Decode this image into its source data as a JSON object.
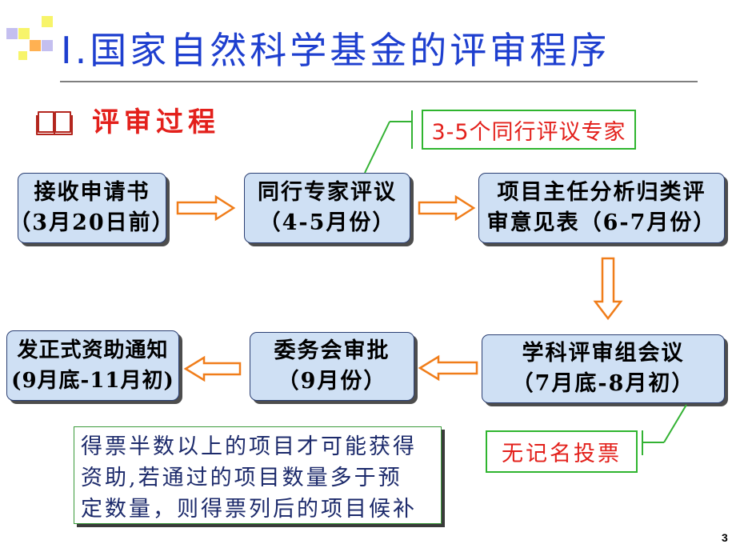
{
  "slide": {
    "title": "Ⅰ.国家自然科学基金的评审程序",
    "section_heading": "评审过程",
    "page_number": "3"
  },
  "icons": {
    "section_marker": "book-icon",
    "flow_arrows": "hollow-arrow-icon"
  },
  "flow": {
    "steps": [
      {
        "line1": "接收申请书",
        "line2": "（3月20日前）"
      },
      {
        "line1": "同行专家评议",
        "line2": "（4-5月份）"
      },
      {
        "line1": "项目主任分析归类评",
        "line2": "审意见表（6-7月份）"
      },
      {
        "line1": "学科评审组会议",
        "line2": "（7月底-8月初）"
      },
      {
        "line1": "委务会审批",
        "line2": "（9月份）"
      },
      {
        "line1": "发正式资助通知",
        "line2": "(9月底-11月初)"
      }
    ]
  },
  "callouts": {
    "peer_review": "3-5个同行评议专家",
    "voting": "无记名投票"
  },
  "note": {
    "lines": [
      "得票半数以上的项目才可能获得",
      "资助,若通过的项目数量多于预",
      "定数量，则得票列后的项目候补"
    ]
  },
  "colors": {
    "title-color": "#1e3fcf",
    "heading-color": "#e3201b",
    "icon-color": "#b3261e",
    "box-fill": "#cfe0f4",
    "box-border": "#2b3f73",
    "arrow-color": "#f07d1a",
    "callout-border": "#2fb52f",
    "callout-text": "#e3201b",
    "connector-color": "#33b233",
    "note-border": "#3a9a3a",
    "note-text": "#1c2a6b"
  }
}
